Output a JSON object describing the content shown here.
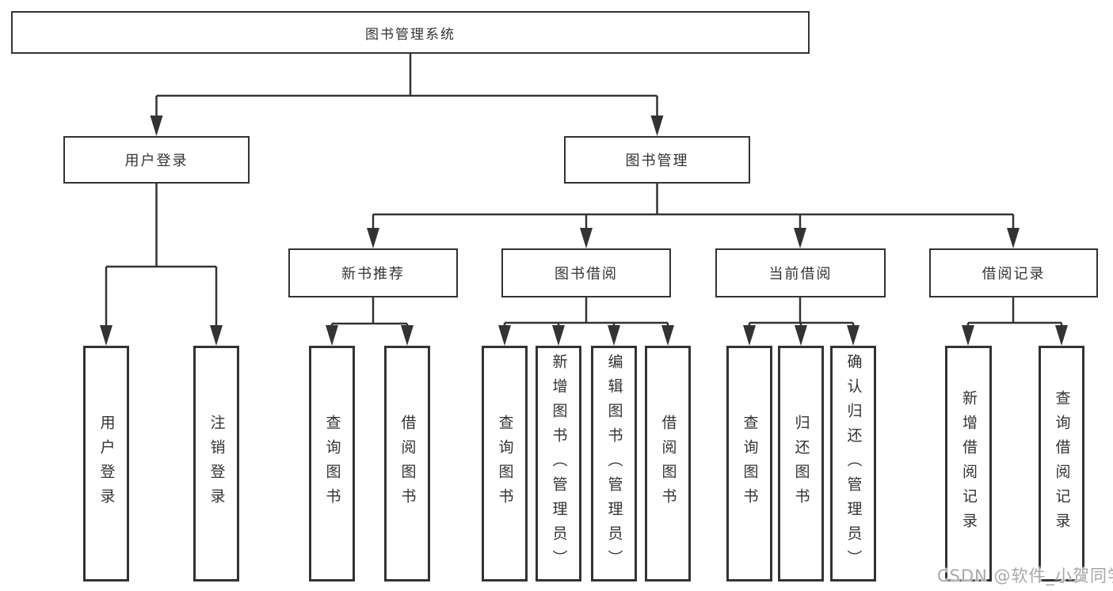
{
  "diagram": {
    "root": {
      "label": "图书管理系统"
    },
    "branches": [
      {
        "label": "用户登录",
        "leaves": [
          {
            "label": "用户登录"
          },
          {
            "label": "注销登录"
          }
        ]
      },
      {
        "label": "图书管理",
        "sections": [
          {
            "label": "新书推荐",
            "leaves": [
              {
                "label": "查询图书"
              },
              {
                "label": "借阅图书"
              }
            ]
          },
          {
            "label": "图书借阅",
            "leaves": [
              {
                "label": "查询图书"
              },
              {
                "label": "新增图书（管理员）"
              },
              {
                "label": "编辑图书（管理员）"
              },
              {
                "label": "借阅图书"
              }
            ]
          },
          {
            "label": "当前借阅",
            "leaves": [
              {
                "label": "查询图书"
              },
              {
                "label": "归还图书"
              },
              {
                "label": "确认归还（管理员）"
              }
            ]
          },
          {
            "label": "借阅记录",
            "leaves": [
              {
                "label": "新增借阅记录"
              },
              {
                "label": "查询借阅记录"
              }
            ]
          }
        ]
      }
    ]
  },
  "watermark": {
    "text": "CSDN @软件_小贺同学"
  },
  "colors": {
    "line": "#333333",
    "box_border": "#333333",
    "text": "#333333",
    "watermark": "#a8a8a8",
    "background": "#ffffff"
  }
}
